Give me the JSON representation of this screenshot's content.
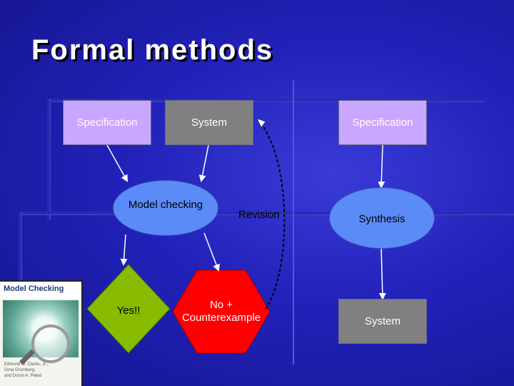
{
  "title": "Formal methods",
  "left_flow": {
    "specification": "Specification",
    "system": "System",
    "model_checking": "Model checking",
    "revision": "Revision",
    "yes": "Yes!!",
    "no_counterexample_line1": "No +",
    "no_counterexample_line2": "Counterexample"
  },
  "right_flow": {
    "specification": "Specification",
    "synthesis": "Synthesis",
    "system": "System"
  },
  "book": {
    "title": "Model Checking",
    "authors": [
      "Edmund M. Clarke, Jr.,",
      "Orna Grumberg,",
      "and Doron A. Peled"
    ]
  },
  "colors": {
    "background": "#2121b8",
    "specification_box": "#c9a6ff",
    "system_box": "#808080",
    "ellipse": "#5b8bf7",
    "yes_diamond": "#88bb00",
    "no_hexagon": "#ff0000"
  }
}
